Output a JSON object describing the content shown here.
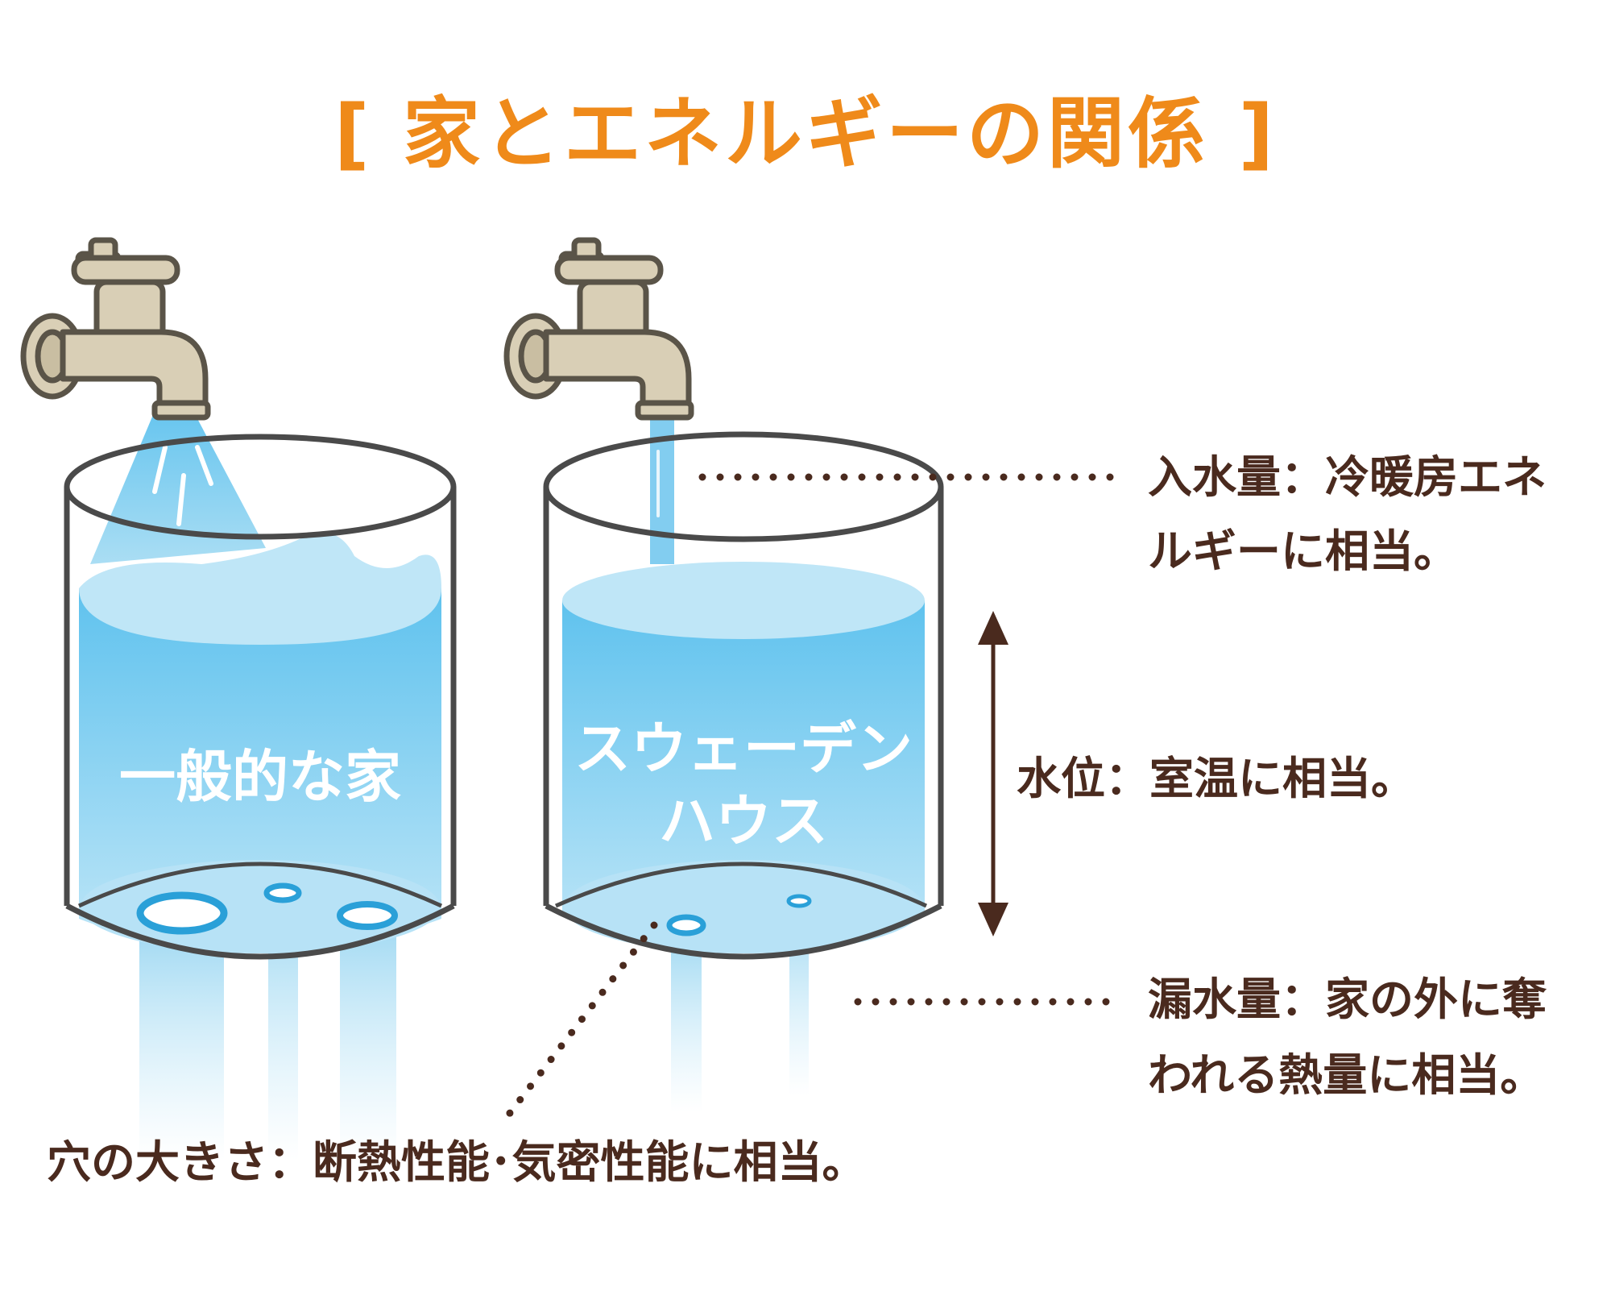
{
  "title": "[ 家とエネルギーの関係 ]",
  "tanks": [
    {
      "label": "一般的な家"
    },
    {
      "label_line1": "スウェーデン",
      "label_line2": "ハウス"
    }
  ],
  "notes": {
    "inflow_line1": "入水量：冷暖房エネ",
    "inflow_line2": "ルギーに相当。",
    "water_level": "水位：室温に相当。",
    "leak_line1": "漏水量：家の外に奪",
    "leak_line2": "われる熱量に相当。",
    "holes": "穴の大きさ：断熱性能･気密性能に相当。"
  },
  "colors": {
    "title": "#ef8a1a",
    "text": "#4a2a1e",
    "water_top": "#bfe6f7",
    "water_deep": "#5fc2ee",
    "faucet": "#d9cfb6",
    "outline": "#4a4a4a"
  }
}
